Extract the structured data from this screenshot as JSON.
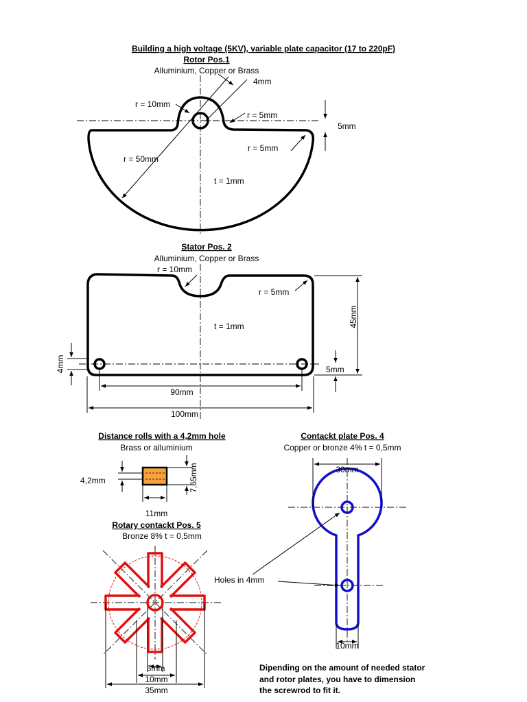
{
  "title": "Building a high voltage (5KV), variable plate capacitor (17 to 220pF)",
  "rotor": {
    "heading": "Rotor Pos.1",
    "material": "Alluminium, Copper or Brass",
    "labels": {
      "hole": "4mm",
      "r_hub": "r = 10mm",
      "r_notch": "r = 5mm",
      "r_corner": "r = 5mm",
      "offset": "5mm",
      "r_plate": "r = 50mm",
      "thickness": "t = 1mm"
    }
  },
  "stator": {
    "heading": "Stator Pos. 2",
    "material": "Alluminium, Copper or Brass",
    "labels": {
      "r_cut": "r = 10mm",
      "r_corner": "r = 5mm",
      "thickness": "t = 1mm",
      "height": "45mm",
      "hole_left": "4mm",
      "hole_bottom": "5mm",
      "hole_span": "90mm",
      "width": "100mm"
    }
  },
  "rolls": {
    "heading": "Distance rolls with a 4,2mm hole",
    "material": "Brass or alluminium",
    "labels": {
      "hole": "4,2mm",
      "outer": "7,65mm",
      "length": "11mm"
    },
    "fill_color": "#f7a23b"
  },
  "contact_plate": {
    "heading": "Contackt plate Pos. 4",
    "material": "Copper or bronze  4% t = 0,5mm",
    "labels": {
      "diameter": "30mm",
      "arm": "10mm"
    },
    "color": "#1010cc"
  },
  "rotary_contact": {
    "heading": "Rotary contackt Pos. 5",
    "material": "Bronze 8% t = 0,5mm",
    "labels": {
      "hole": "5mm",
      "inner": "10mm",
      "outer": "35mm"
    },
    "color": "#e01010"
  },
  "holes_note": "Holes in 4mm",
  "footer_note": [
    "Dipending on the amount of needed stator",
    "and rotor plates, you have to dimension",
    "the screwrod to fit it."
  ]
}
